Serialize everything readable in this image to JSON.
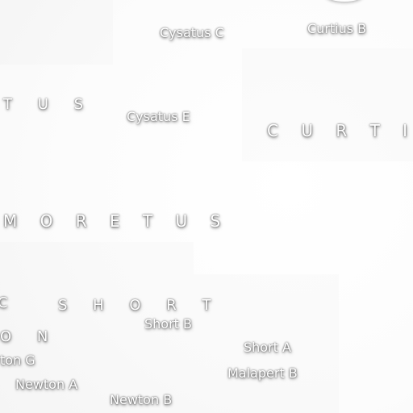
{
  "labels": {
    "cysatus_c": "Cysatus C",
    "curtius_b": "Curtius B",
    "moretus_partial_top": "T U S",
    "cysatus_e": "Cysatus E",
    "curtius": "C U R T I U S",
    "moretus": "M O R E T U S",
    "short": "S H O R T",
    "partial_c": "C",
    "short_b": "Short B",
    "partial_on": "O N",
    "short_a": "Short A",
    "newton_g_partial": "ton G",
    "malapert_b": "Malapert B",
    "newton_a": "Newton A",
    "newton_b": "Newton B"
  }
}
